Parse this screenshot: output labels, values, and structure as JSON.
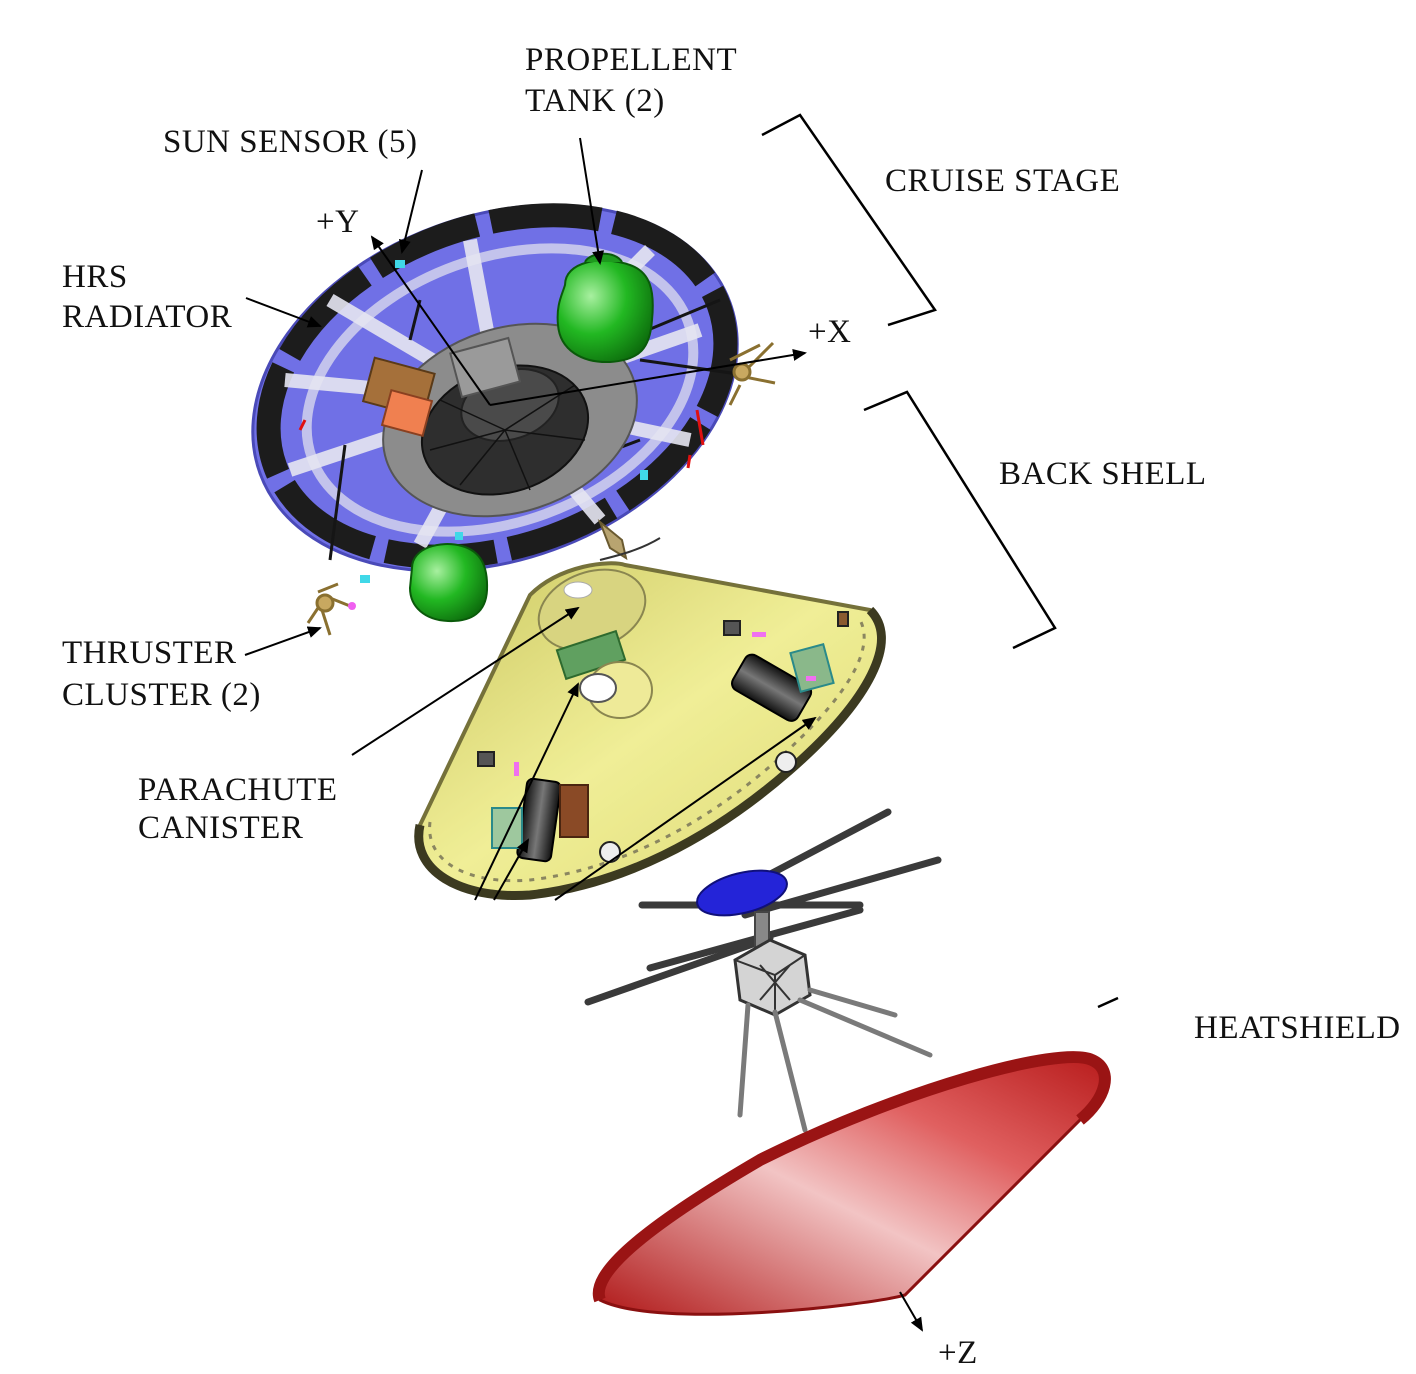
{
  "labels": {
    "propellent_tank": [
      "PROPELLENT",
      "TANK (2)"
    ],
    "sun_sensor": "SUN SENSOR (5)",
    "plus_y": "+Y",
    "hrs_radiator": [
      "HRS",
      "RADIATOR"
    ],
    "plus_x": "+X",
    "cruise_stage": "CRUISE STAGE",
    "back_shell": "BACK SHELL",
    "thruster_cluster": [
      "THRUSTER",
      "CLUSTER (2)"
    ],
    "parachute_canister": [
      "PARACHUTE",
      "CANISTER"
    ],
    "heatshield": "HEATSHIELD",
    "plus_z": "+Z"
  },
  "colors": {
    "cruise_panel": "#7878e8",
    "cruise_rim": "#1c1c1c",
    "propellent_tank": "#22b822",
    "back_shell": "#e8e87a",
    "back_shell_rim": "#6e6a30",
    "helicopter_blue": "#2424d8",
    "heatshield": "#cc2a2a"
  }
}
